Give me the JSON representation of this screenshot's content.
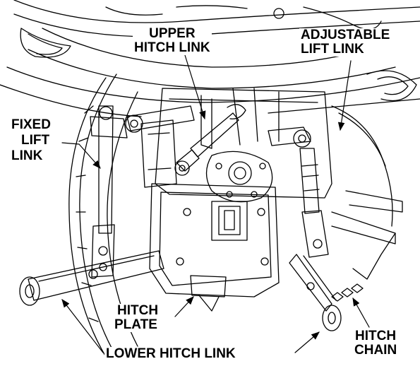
{
  "labels": {
    "upper_hitch_link": [
      "UPPER",
      "HITCH LINK"
    ],
    "adjustable_lift_link": [
      "ADJUSTABLE",
      "LIFT LINK"
    ],
    "fixed_lift_link": [
      "FIXED",
      "LIFT",
      "LINK"
    ],
    "hitch_plate": [
      "HITCH",
      "PLATE"
    ],
    "lower_hitch_link": "LOWER HITCH LINK",
    "hitch_chain": [
      "HITCH",
      "CHAIN"
    ]
  },
  "colors": {
    "line": "#000000",
    "background": "#ffffff"
  }
}
